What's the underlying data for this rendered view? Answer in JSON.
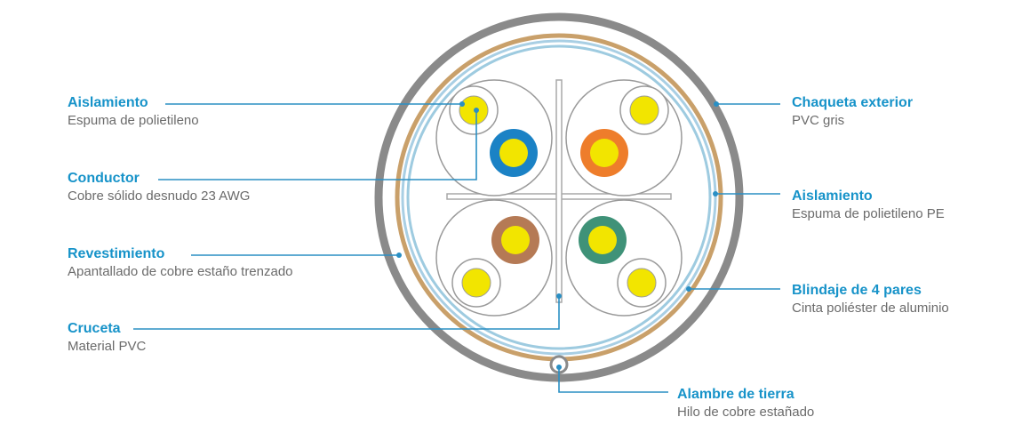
{
  "colors": {
    "title": "#1793c9",
    "desc": "#6b6b6b",
    "leader": "#2a8fc4",
    "outer_jacket": "#8a8a8a",
    "braid": "#c9a06a",
    "insulation": "#a9cfe4",
    "foil": "#9ecbe0",
    "cross": "#a8a8a8",
    "pair_outline": "#9a9a9a",
    "conductor": "#f2e500",
    "blue": "#1b82c5",
    "orange": "#ee7d2b",
    "brown": "#b57a55",
    "green": "#3f9278"
  },
  "labels": {
    "aislamiento_left": {
      "title": "Aislamiento",
      "desc": "Espuma de polietileno"
    },
    "conductor": {
      "title": "Conductor",
      "desc": "Cobre sólido desnudo 23 AWG"
    },
    "revestimiento": {
      "title": "Revestimiento",
      "desc": "Apantallado de cobre estaño trenzado"
    },
    "cruceta": {
      "title": "Cruceta",
      "desc": "Material PVC"
    },
    "chaqueta": {
      "title": "Chaqueta exterior",
      "desc": "PVC gris"
    },
    "aislamiento_right": {
      "title": "Aislamiento",
      "desc": "Espuma de polietileno PE"
    },
    "blindaje": {
      "title": "Blindaje de 4 pares",
      "desc": "Cinta poliéster de aluminio"
    },
    "alambre": {
      "title": "Alambre de tierra",
      "desc": "Hilo de cobre estañado"
    }
  }
}
